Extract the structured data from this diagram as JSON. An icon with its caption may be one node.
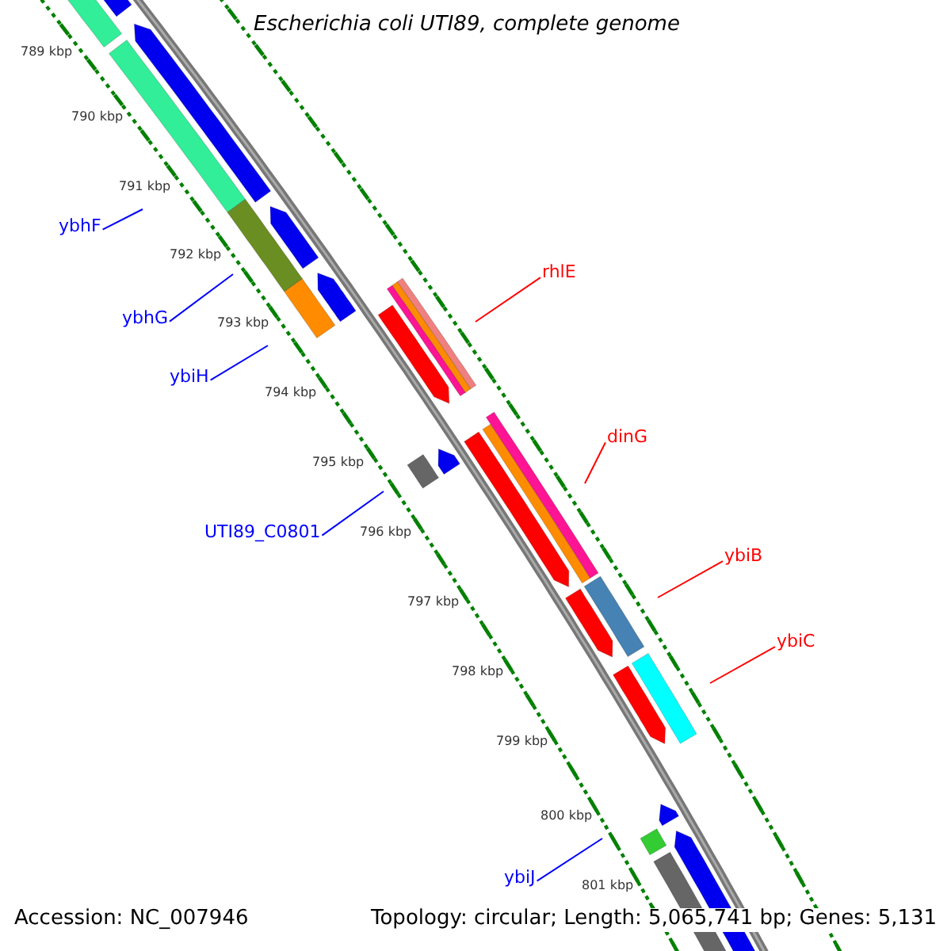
{
  "diagram": {
    "title": "Escherichia coli UTI89, complete genome",
    "nodes": [
      {
        "text": [
          "ybhF"
        ]
      },
      {
        "text": [
          "rhlE"
        ]
      },
      {
        "text": [
          "ybhG"
        ]
      },
      {
        "text": [
          "ybiH"
        ]
      },
      {
        "text": [
          "dinG"
        ]
      },
      {
        "text": [
          "UTI89_C0801"
        ]
      },
      {
        "text": [
          "ybiB"
        ]
      },
      {
        "text": [
          "ybiC"
        ]
      },
      {
        "text": [
          "ybiJ"
        ]
      }
    ],
    "edges": [
      {
        "from": 0,
        "to": null,
        "arrow": "none"
      },
      {
        "from": 1,
        "to": null,
        "arrow": "none",
        "color": "#ff0000"
      },
      {
        "from": 2,
        "to": null,
        "arrow": "none"
      },
      {
        "from": 3,
        "to": null,
        "arrow": "none"
      },
      {
        "from": 4,
        "to": null,
        "arrow": "none",
        "color": "#ff0000"
      },
      {
        "from": 5,
        "to": null,
        "arrow": "none"
      },
      {
        "from": 6,
        "to": null,
        "arrow": "none",
        "color": "#ff0000"
      },
      {
        "from": 7,
        "to": null,
        "arrow": "none",
        "color": "#ff0000"
      },
      {
        "from": 8,
        "to": null,
        "arrow": "none"
      }
    ],
    "labels": [
      "789 kbp",
      "790 kbp",
      "791 kbp",
      "792 kbp",
      "793 kbp",
      "794 kbp",
      "795 kbp",
      "796 kbp",
      "797 kbp",
      "798 kbp",
      "799 kbp",
      "800 kbp",
      "801 kbp",
      "Accession: NC_007946",
      "Topology: circular; Length: 5,065,741 bp; Genes: 5,131"
    ]
  }
}
